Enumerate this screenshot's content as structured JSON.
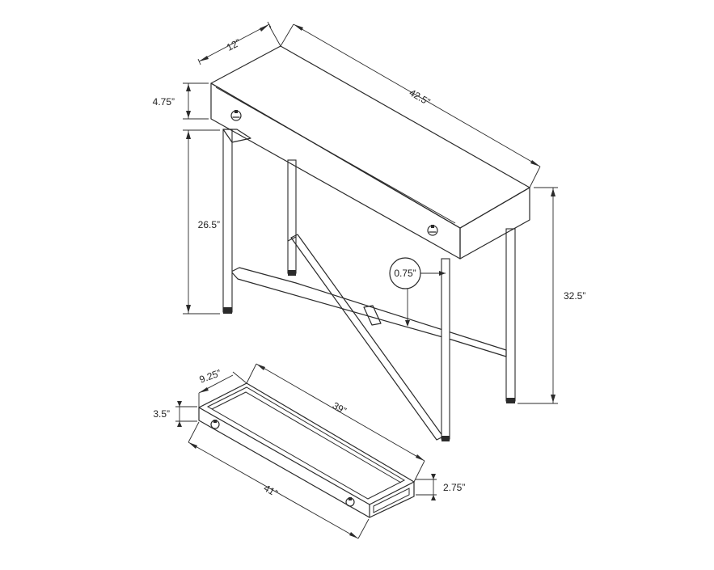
{
  "dimensions": {
    "depth": "12”",
    "width": "42.5”",
    "drawer_front_height": "4.75”",
    "leg_height": "26.5”",
    "leg_thickness": "0.75”",
    "total_height": "32.5”",
    "drawer_depth": "9.25”",
    "drawer_interior_width": "39”",
    "drawer_height": "3.5”",
    "drawer_width": "41”",
    "drawer_interior_height": "2.75”"
  }
}
